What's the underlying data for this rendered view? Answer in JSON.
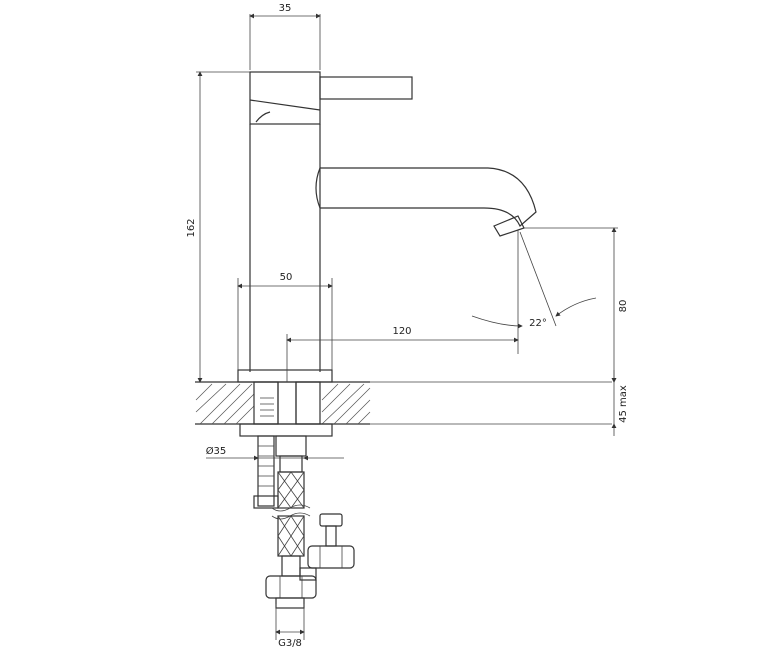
{
  "dimensions": {
    "top_width": "35",
    "height": "162",
    "base_width": "50",
    "spout_reach": "120",
    "spout_height": "80",
    "angle": "22°",
    "deck_thickness": "45 max",
    "shank_diameter": "Ø35",
    "thread": "G3/8"
  }
}
